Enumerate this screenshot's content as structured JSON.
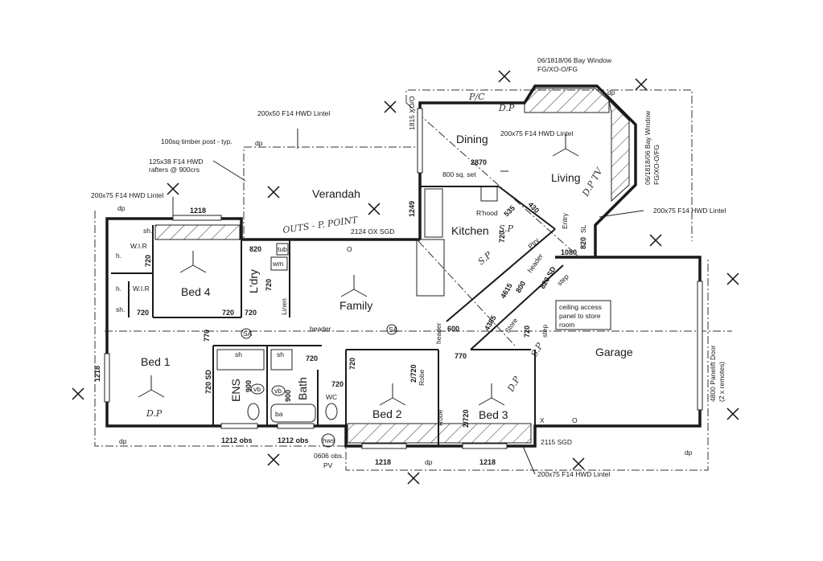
{
  "rooms": {
    "verandah": "Verandah",
    "dining": "Dining",
    "living": "Living",
    "kitchen": "Kitchen",
    "family": "Family",
    "bed1": "Bed 1",
    "bed2": "Bed 2",
    "bed3": "Bed 3",
    "bed4": "Bed 4",
    "garage": "Garage",
    "ens": "ENS",
    "bath": "Bath",
    "ldry": "L'dry",
    "wc": "WC",
    "entry": "Entry",
    "store": "Store",
    "pantry": "Ptry",
    "linen": "Linen",
    "robe1": "Robe",
    "robe2": "Robe",
    "wir1": "W.I.R",
    "wir2": "W.I.R",
    "sh1": "sh.",
    "sh2": "sh.",
    "h1": "h.",
    "h2": "h.",
    "ens_sh": "sh",
    "bath_sh": "sh",
    "ba": "ba",
    "tub": "tub",
    "wm": "wm",
    "rhood": "R'hood",
    "vb1": "vb",
    "vb2": "vb",
    "hws": "hws"
  },
  "notes": {
    "bay_top_line1": "06/1818/06 Bay Window",
    "bay_top_line2": "FG/XO-O/FG",
    "bay_side_line1": "06/1818/06 Bay Window",
    "bay_side_line2": "FG/XO-O/FG",
    "lintel_verandah": "200x50 F14 HWD Lintel",
    "timber_post": "100sq timber post - typ.",
    "rafters_line1": "125x38 F14 HWD",
    "rafters_line2": "rafters @ 900crs",
    "lintel_bed4": "200x75 F14 HWD Lintel",
    "lintel_living": "200x75 F14 HWD Lintel",
    "lintel_entry": "200x75 F14 HWD Lintel",
    "lintel_bed3": "200x75 F14 HWD Lintel",
    "sgd_family": "2124 OX SGD",
    "sgd_garage": "2115 SGD",
    "xo_dining": "1815 XO/O",
    "sq_set": "800 sq. set",
    "ceiling_line1": "ceiling access",
    "ceiling_line2": "panel to store",
    "ceiling_line3": "room",
    "panelift_line1": "4800 Panelift Door",
    "panelift_line2": "(2 x remotes)",
    "header1": "header",
    "header2": "header",
    "header3": "header",
    "step1": "step",
    "step2": "step",
    "sl": "SL",
    "pv": "PV",
    "obs_0606": "0606 obs.",
    "obs_1212a": "1212 obs",
    "obs_1212b": "1212 obs",
    "sd_720": "720 SD",
    "sd_820": "820 SD",
    "sa1": "SA",
    "sa2": "SA"
  },
  "dims": {
    "w1218_bed4": "1218",
    "w1218_bed1": "1218",
    "w1218_bed2": "1218",
    "w1218_bed3": "1218",
    "d2870": "2870",
    "d1249": "1249",
    "d820_ldry": "820",
    "d720_wir1": "720",
    "d720_wir2": "720",
    "d720_bed4": "720",
    "d720_ldry": "720",
    "d720_ldry2": "720",
    "d770_hall": "770",
    "d770_bed3": "770",
    "d720_bath": "720",
    "d720_wc": "720",
    "d720_wc2": "720",
    "d900_ens": "900",
    "d900_bath": "900",
    "d2720_a": "2/720",
    "d2720_b": "2/720",
    "d720_kitchen": "720",
    "d720_store": "720",
    "d1080": "1080",
    "d820_entry": "820",
    "d4615": "4615",
    "d4385": "4385",
    "d800": "800",
    "d600": "600",
    "d430": "430",
    "d535": "535"
  },
  "markers": {
    "dp": "dp",
    "x_mark": "X",
    "o_mark": "O",
    "o_mark2": "O"
  },
  "handwritten": {
    "outs": "OUTS - P. POINT",
    "pc": "P/C",
    "dp_dining": "D.P",
    "tv": "D.P TV",
    "sp_kitchen": "S.P",
    "sp_ptry": "S.P",
    "dp_bed1": "D.P",
    "dp_bed3": "D.P",
    "sp_garage": "S.P"
  }
}
